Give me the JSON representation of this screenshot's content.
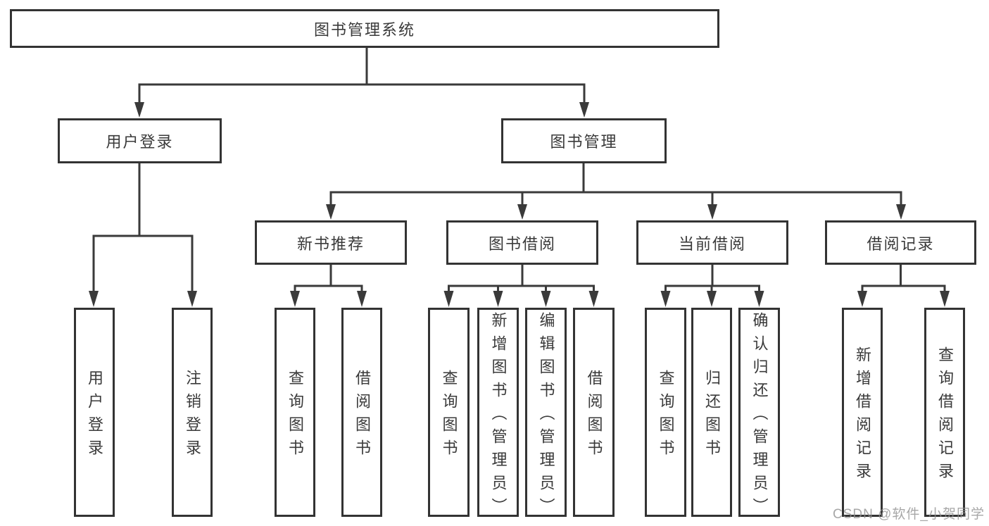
{
  "tree": {
    "root": {
      "label": "图书管理系统"
    },
    "branches": [
      {
        "label": "用户登录",
        "children": [
          {
            "label": "用户登录"
          },
          {
            "label": "注销登录"
          }
        ]
      },
      {
        "label": "图书管理",
        "children": [
          {
            "label": "新书推荐",
            "children": [
              {
                "label": "查询图书"
              },
              {
                "label": "借阅图书"
              }
            ]
          },
          {
            "label": "图书借阅",
            "children": [
              {
                "label": "查询图书"
              },
              {
                "label": "新增图书（管理员）"
              },
              {
                "label": "编辑图书（管理员）"
              },
              {
                "label": "借阅图书"
              }
            ]
          },
          {
            "label": "当前借阅",
            "children": [
              {
                "label": "查询图书"
              },
              {
                "label": "归还图书"
              },
              {
                "label": "确认归还（管理员）"
              }
            ]
          },
          {
            "label": "借阅记录",
            "children": [
              {
                "label": "新增借阅记录"
              },
              {
                "label": "查询借阅记录"
              }
            ]
          }
        ]
      }
    ]
  },
  "watermark": "CSDN @软件_小贺同学",
  "colors": {
    "line": "#3a3a3a",
    "border": "#333333",
    "background": "#ffffff",
    "watermark_text": "#999999"
  }
}
